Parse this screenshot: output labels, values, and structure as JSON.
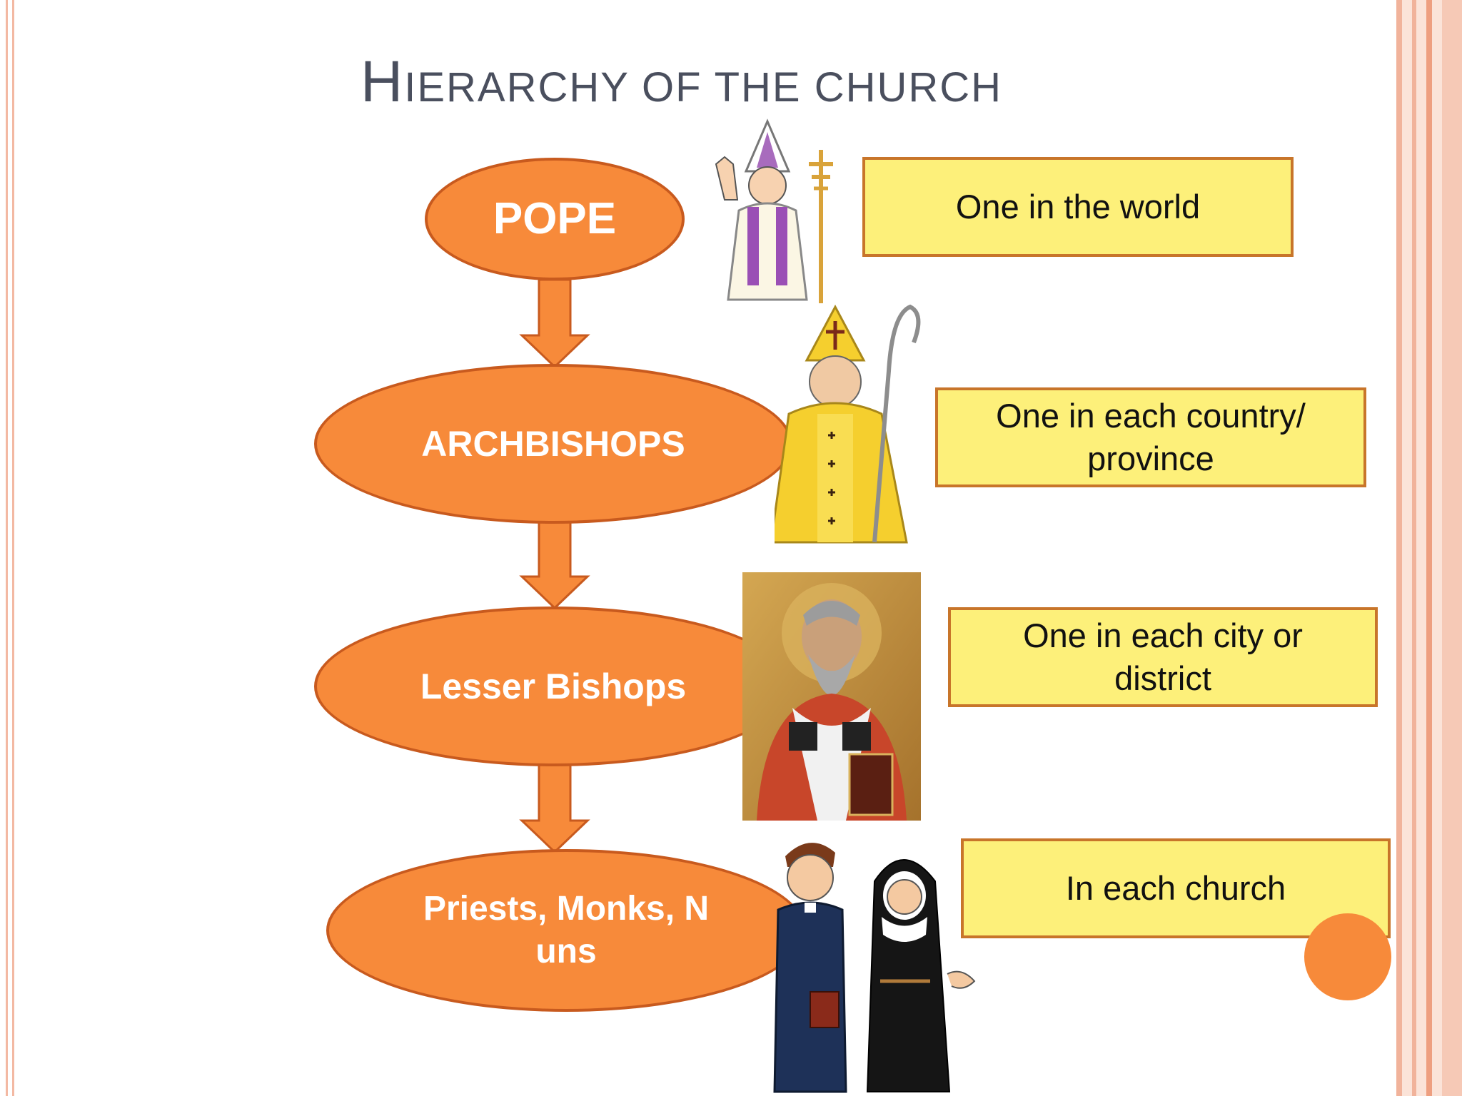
{
  "title": {
    "first_letter": "H",
    "rest": "IERARCHY OF THE CHURCH"
  },
  "levels": [
    {
      "label": "POPE",
      "description": "One in the world",
      "illustration": "pope-figure"
    },
    {
      "label": "ARCHBISHOPS",
      "description": "One in each country/ province",
      "illustration": "archbishop-figure"
    },
    {
      "label": "Lesser Bishops",
      "description": "One in each city or district",
      "illustration": "bishop-icon-portrait"
    },
    {
      "label": "Priests, Monks, N uns",
      "description": "In each church",
      "illustration": "priest-and-nun-figures"
    }
  ],
  "colors": {
    "oval_fill": "#f78a3a",
    "oval_border": "#c85a1e",
    "arrow_fill": "#f78a3a",
    "box_fill": "#fdf07a",
    "box_border": "#c8752a",
    "title_text": "#4a4f5e",
    "frame_accent": "#f1b39b"
  }
}
